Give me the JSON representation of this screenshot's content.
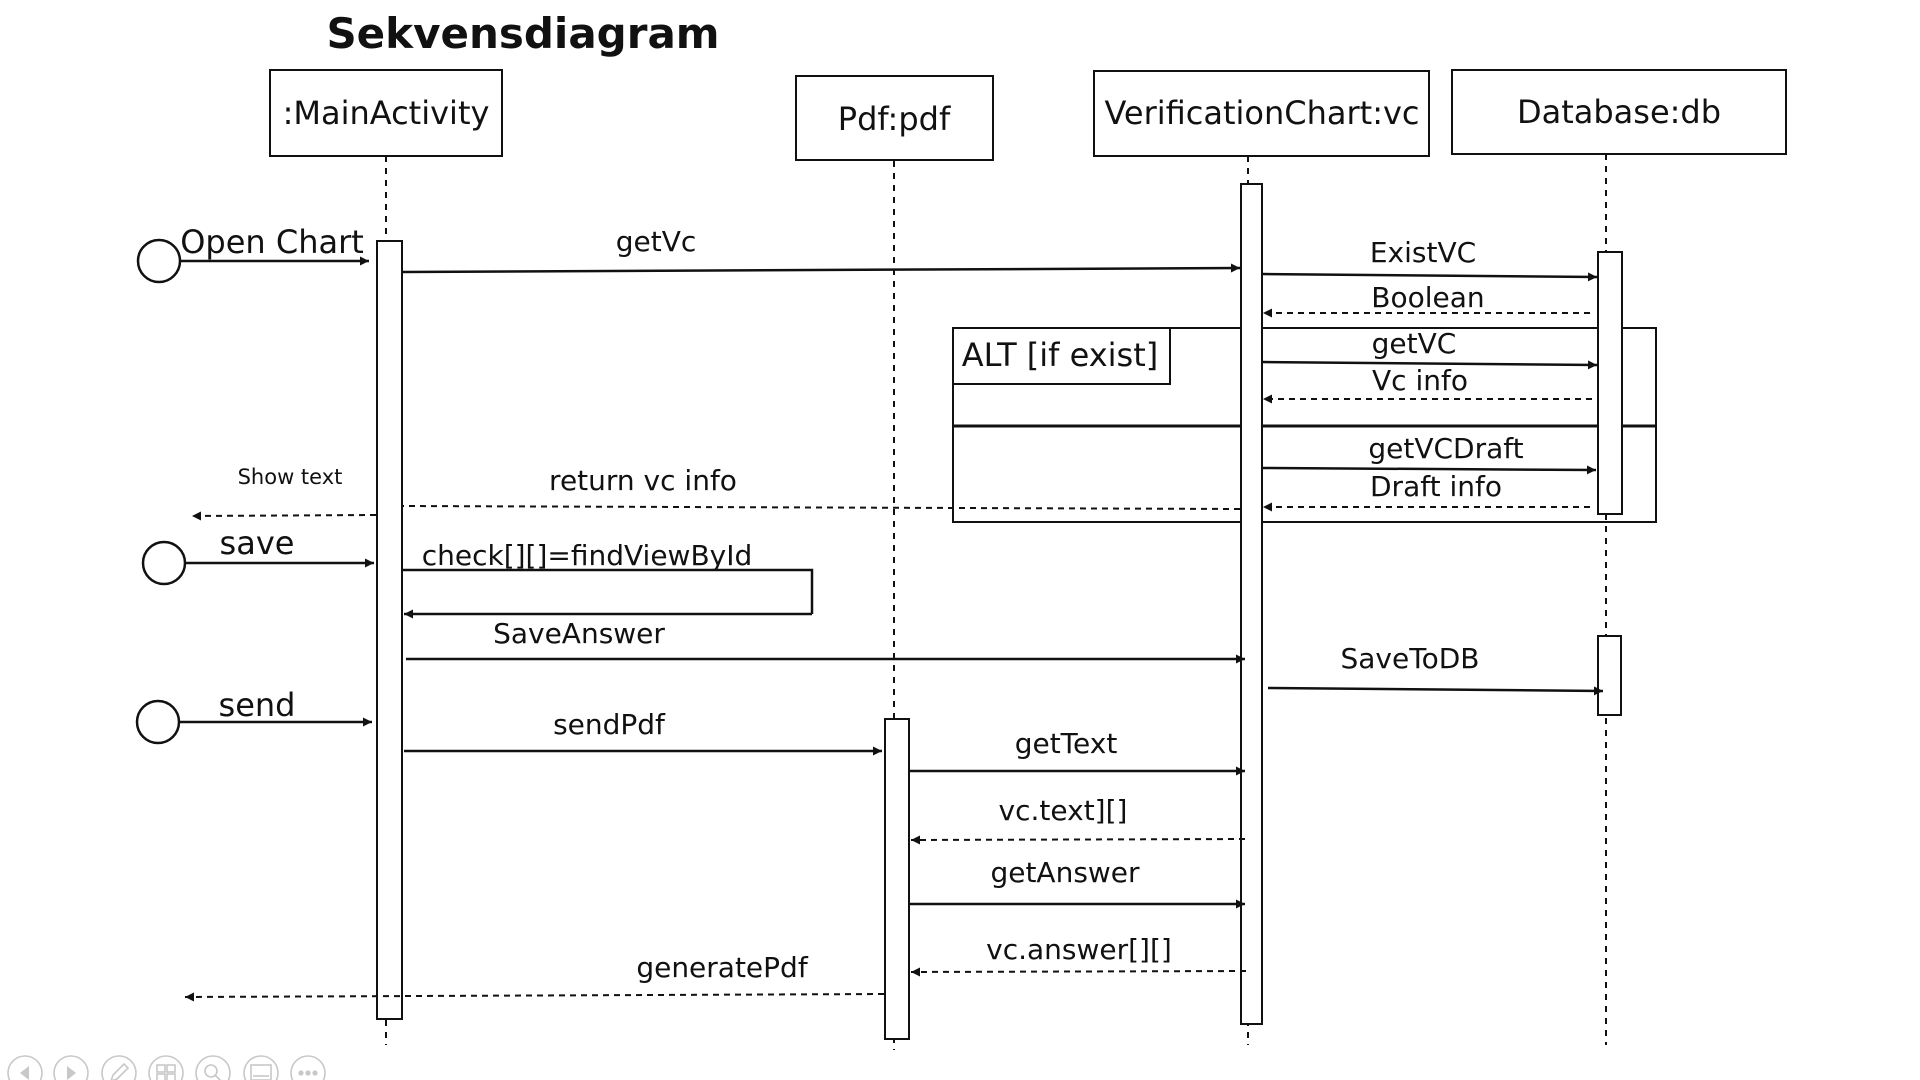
{
  "diagram": {
    "title": "Sekvensdiagram",
    "participants": [
      {
        "id": "main",
        "label": ":MainActivity"
      },
      {
        "id": "pdf",
        "label": "Pdf:pdf"
      },
      {
        "id": "vc",
        "label": "VerificationChart:vc"
      },
      {
        "id": "db",
        "label": "Database:db"
      }
    ],
    "frame": {
      "operator": "ALT [if exist]"
    },
    "triggers": [
      {
        "id": "open-chart",
        "label": "Open Chart"
      },
      {
        "id": "save",
        "label": "save"
      },
      {
        "id": "send",
        "label": "send"
      }
    ],
    "messages": [
      {
        "id": "getvc",
        "label": "getVc",
        "type": "sync"
      },
      {
        "id": "existvc",
        "label": "ExistVC",
        "type": "sync"
      },
      {
        "id": "boolean",
        "label": "Boolean",
        "type": "return"
      },
      {
        "id": "getvc-db",
        "label": "getVC",
        "type": "sync"
      },
      {
        "id": "vc-info",
        "label": "Vc info",
        "type": "return"
      },
      {
        "id": "getvcdraft",
        "label": "getVCDraft",
        "type": "sync"
      },
      {
        "id": "draft-info",
        "label": "Draft info",
        "type": "return"
      },
      {
        "id": "return-vc-info",
        "label": "return vc info",
        "type": "return"
      },
      {
        "id": "show-text",
        "label": "Show text",
        "type": "return"
      },
      {
        "id": "check",
        "label": "check[][]=findViewById",
        "type": "self"
      },
      {
        "id": "saveanswer",
        "label": "SaveAnswer",
        "type": "sync"
      },
      {
        "id": "savetodb",
        "label": "SaveToDB",
        "type": "sync"
      },
      {
        "id": "sendpdf",
        "label": "sendPdf",
        "type": "sync"
      },
      {
        "id": "gettext",
        "label": "getText",
        "type": "sync"
      },
      {
        "id": "vc-text",
        "label": "vc.text][]",
        "type": "return"
      },
      {
        "id": "getanswer",
        "label": "getAnswer",
        "type": "sync"
      },
      {
        "id": "vc-answer",
        "label": "vc.answer[][]",
        "type": "return"
      },
      {
        "id": "generatepdf",
        "label": "generatePdf",
        "type": "return"
      }
    ]
  },
  "toolbar": {
    "buttons": [
      {
        "id": "prev",
        "icon": "arrow-left-icon"
      },
      {
        "id": "next",
        "icon": "arrow-right-icon"
      },
      {
        "id": "pen",
        "icon": "pen-icon"
      },
      {
        "id": "slides",
        "icon": "slides-grid-icon"
      },
      {
        "id": "zoom",
        "icon": "magnifier-icon"
      },
      {
        "id": "subtitles",
        "icon": "subtitles-icon"
      },
      {
        "id": "more",
        "icon": "more-options-icon"
      }
    ]
  },
  "colors": {
    "ink": "#111111",
    "toolbar": "#c8c8c8"
  }
}
